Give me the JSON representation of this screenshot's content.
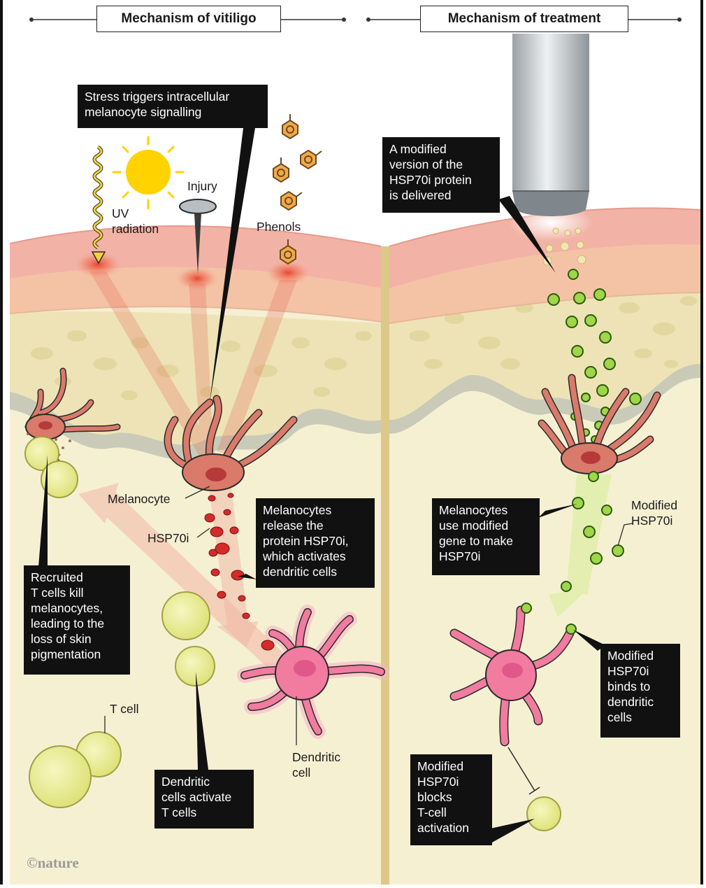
{
  "headers": {
    "left": "Mechanism of vitiligo",
    "right": "Mechanism of treatment"
  },
  "labels": {
    "uv": "UV\nradiation",
    "injury": "Injury",
    "phenols": "Phenols",
    "melanocyte": "Melanocyte",
    "hsp70i": "HSP70i",
    "tcell": "T cell",
    "dendritic": "Dendritic\ncell",
    "modified_hsp70i": "Modified\nHSP70i"
  },
  "callouts": {
    "stress": "Stress triggers intracellular\nmelanocyte signalling",
    "release": "Melanocytes\nrelease the\nprotein HSP70i,\nwhich activates\ndendritic cells",
    "recruited": "Recruited\nT cells kill\nmelanocytes,\nleading to the\nloss of skin\npigmentation",
    "activate": "Dendritic\ncells activate\nT cells",
    "delivered": "A modified\nversion of the\nHSP70i protein\nis delivered",
    "use_gene": "Melanocytes\nuse modified\ngene to make\nHSP70i",
    "binds": "Modified\nHSP70i\nbinds to\ndendritic\ncells",
    "blocks": "Modified\nHSP70i\nblocks\nT-cell\nactivation"
  },
  "credit": "©nature",
  "colors": {
    "epidermis": "#f2b3a6",
    "dermis": "#f3ecc8",
    "dermis_blob": "#e6dca8",
    "melanocyte": "#d97a6a",
    "dendritic": "#f27ba0",
    "tcell": "#eef08a",
    "hsp70i": "#d42b2b",
    "modified": "#9fd64a",
    "sun": "#ffd200",
    "phenol": "#f2a94a"
  }
}
